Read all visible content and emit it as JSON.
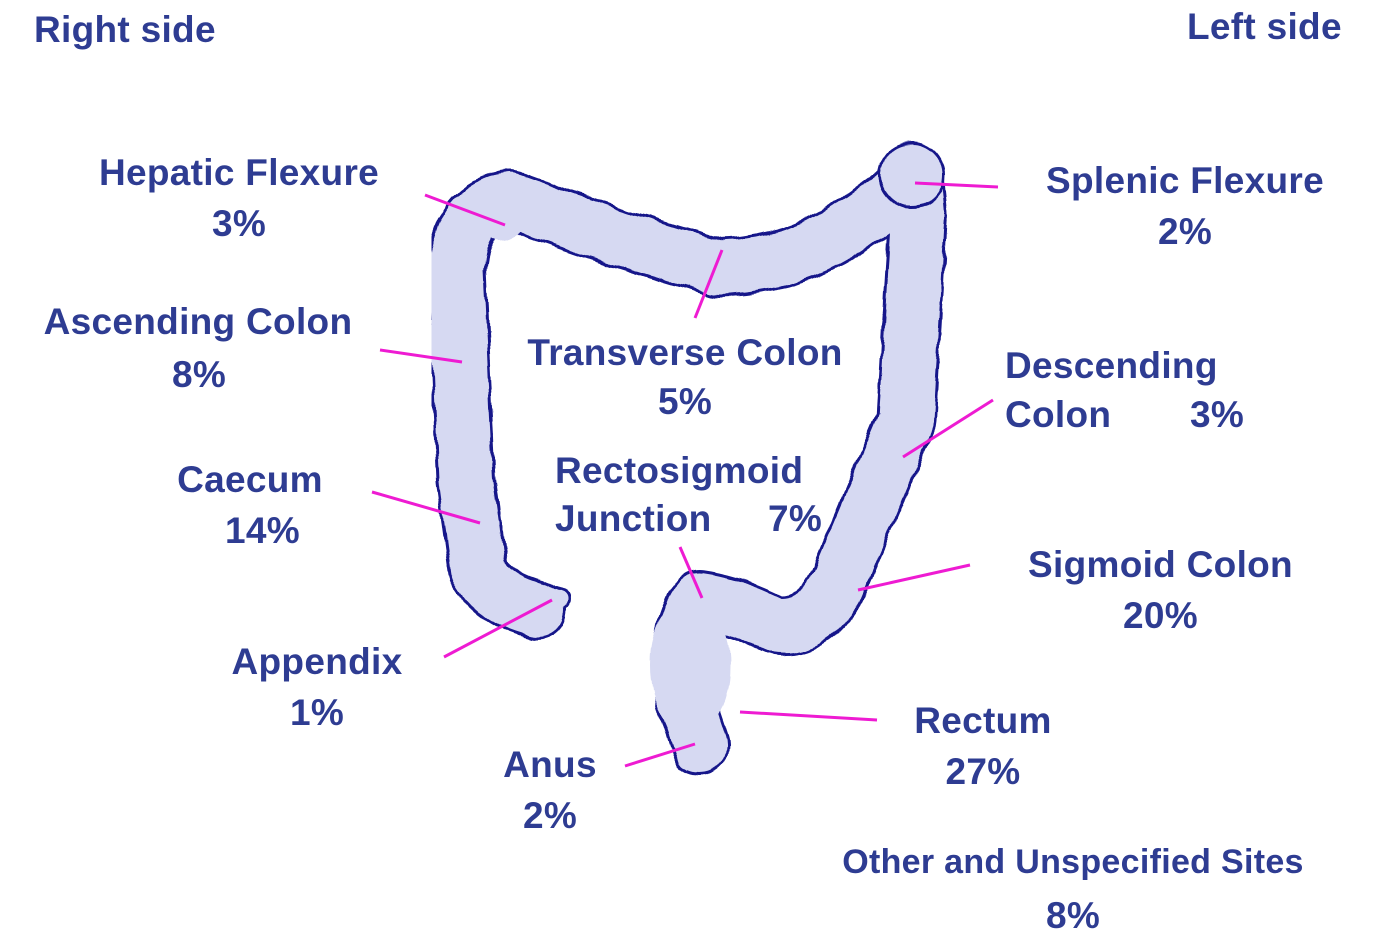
{
  "header": {
    "right_side": "Right side",
    "left_side": "Left side"
  },
  "colors": {
    "text": "#2e3c92",
    "leader": "#ee1bd2",
    "organ_fill": "#d6d9f2",
    "organ_stroke": "#13188a"
  },
  "sites": {
    "hepatic_flexure": {
      "name": "Hepatic Flexure",
      "pct": "3%"
    },
    "splenic_flexure": {
      "name": "Splenic Flexure",
      "pct": "2%"
    },
    "ascending_colon": {
      "name": "Ascending Colon",
      "pct": "8%"
    },
    "transverse_colon": {
      "name": "Transverse Colon",
      "pct": "5%"
    },
    "descending_colon": {
      "name1": "Descending",
      "name2": "Colon",
      "pct": "3%"
    },
    "caecum": {
      "name": "Caecum",
      "pct": "14%"
    },
    "rectosigmoid": {
      "name1": "Rectosigmoid",
      "name2": "Junction",
      "pct": "7%"
    },
    "sigmoid_colon": {
      "name": "Sigmoid Colon",
      "pct": "20%"
    },
    "appendix": {
      "name": "Appendix",
      "pct": "1%"
    },
    "rectum": {
      "name": "Rectum",
      "pct": "27%"
    },
    "anus": {
      "name": "Anus",
      "pct": "2%"
    },
    "other": {
      "name": "Other and Unspecified Sites",
      "pct": "8%"
    }
  }
}
